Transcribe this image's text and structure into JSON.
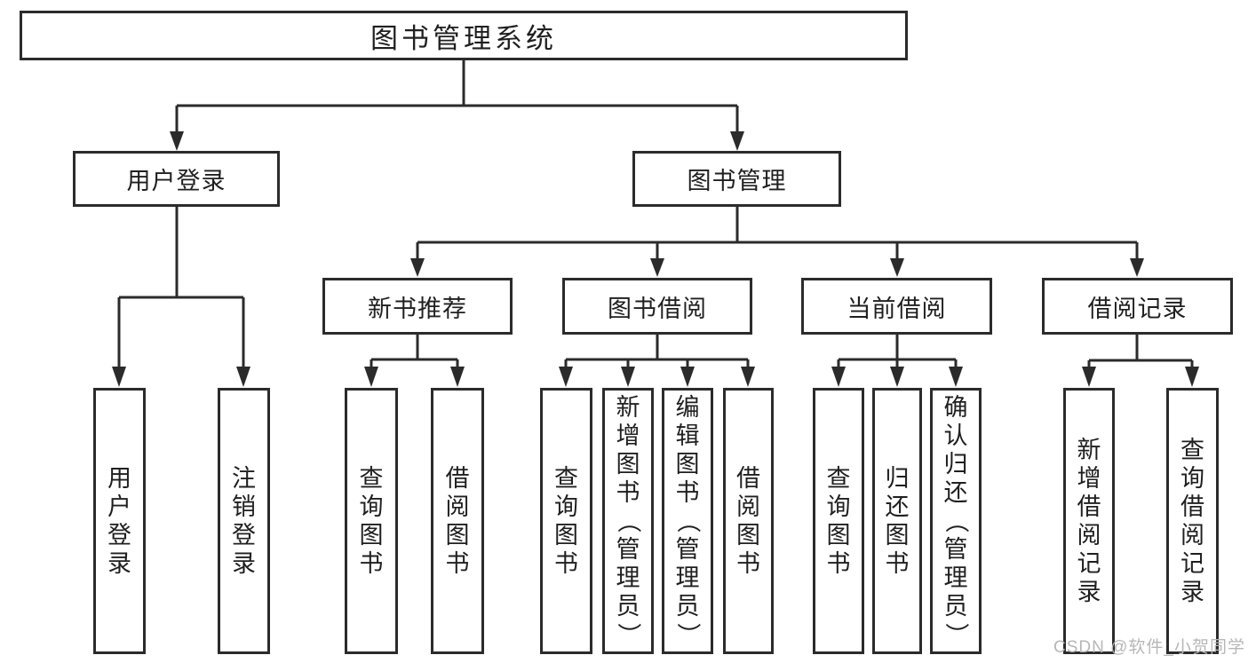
{
  "diagram": {
    "root": {
      "label": "图书管理系统"
    },
    "level2": [
      {
        "label": "用户登录"
      },
      {
        "label": "图书管理"
      }
    ],
    "level3": [
      {
        "label": "新书推荐"
      },
      {
        "label": "图书借阅"
      },
      {
        "label": "当前借阅"
      },
      {
        "label": "借阅记录"
      }
    ],
    "leaves": {
      "user_login": [
        "用户登录",
        "注销登录"
      ],
      "new_book_recommend": [
        "查询图书",
        "借阅图书"
      ],
      "book_borrow": [
        "查询图书",
        "新增图书（管理员）",
        "编辑图书（管理员）",
        "借阅图书"
      ],
      "current_borrow": [
        "查询图书",
        "归还图书",
        "确认归还（管理员）"
      ],
      "borrow_records": [
        "新增借阅记录",
        "查询借阅记录"
      ]
    },
    "colors": {
      "line": "#2b2b2b",
      "box_border": "#2b2b2b",
      "box_background": "#ffffff",
      "text": "#1f1f1f",
      "watermark": "#b7b7b7",
      "background": "#ffffff"
    }
  },
  "watermark": {
    "text": "CSDN @软件_小贺同学"
  }
}
